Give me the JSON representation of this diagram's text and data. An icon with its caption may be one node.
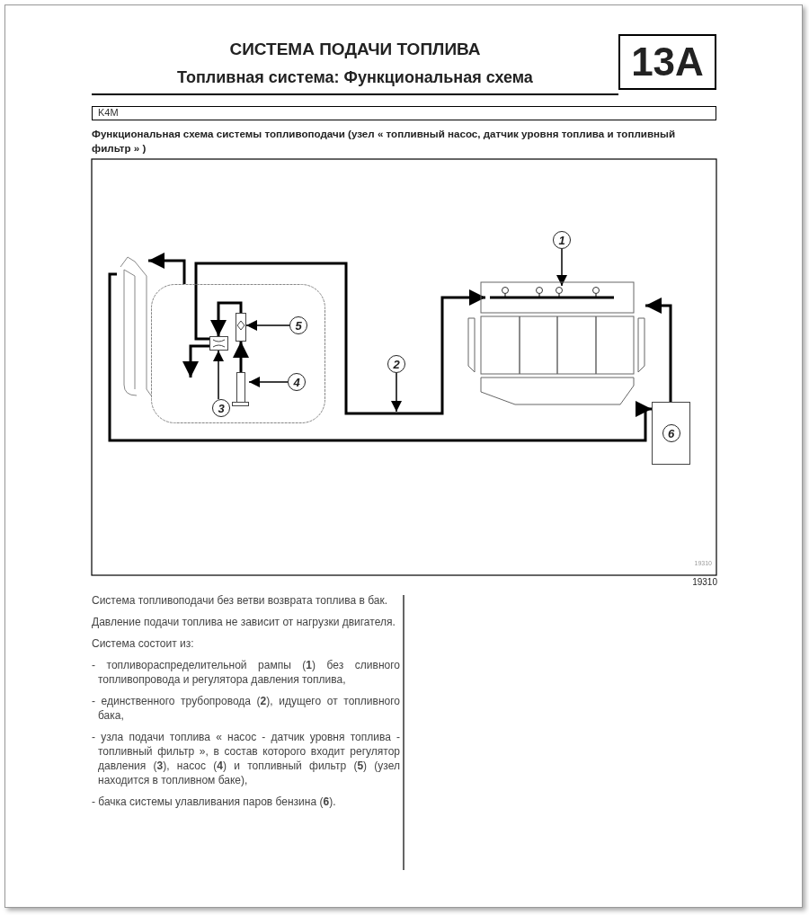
{
  "diagram": {
    "title": "СИСТЕМА ПОДАЧИ ТОПЛИВА",
    "nodes": [
      {
        "text": [],
        "shape": "box"
      },
      {
        "text": [],
        "shape": "box"
      },
      {
        "text": [],
        "shape": "box",
        "in": 0
      },
      {
        "text": [],
        "shape": "box",
        "in": 0
      },
      {
        "text": [],
        "shape": "box",
        "in": 0
      },
      {
        "text": [
          "3"
        ],
        "in": 0
      },
      {
        "text": [
          "4"
        ],
        "in": 0
      },
      {
        "text": [
          "5"
        ],
        "in": 0
      },
      {
        "text": [
          "1"
        ]
      },
      {
        "text": [
          "2"
        ]
      },
      {
        "text": [],
        "shape": "picture"
      },
      {
        "text": [],
        "shape": "bar",
        "in": 10
      },
      {
        "text": [
          "6"
        ]
      }
    ],
    "edges": [
      {
        "from": 8,
        "to": 11,
        "arrow": "to"
      },
      {
        "from": 9,
        "to": null,
        "arrow": "to"
      },
      {
        "from": 5,
        "to": 2,
        "arrow": "to"
      },
      {
        "from": 6,
        "to": 4,
        "arrow": "to"
      },
      {
        "from": 7,
        "to": 3,
        "arrow": "to"
      },
      {
        "from": 4,
        "to": 3,
        "arrow": "to"
      },
      {
        "from": 3,
        "to": 2,
        "arrow": "to"
      },
      {
        "from": 2,
        "to": 11,
        "arrow": "to"
      },
      {
        "from": 2,
        "to": null,
        "arrow": "to"
      },
      {
        "from": 0,
        "to": 1,
        "arrow": "to"
      },
      {
        "from": 1,
        "to": 12,
        "arrow": "to"
      },
      {
        "from": 12,
        "to": 10,
        "arrow": "to"
      }
    ],
    "labels": [
      "Топливная система: Функциональная схема",
      "13A",
      "K4M",
      "Функциональная схема системы топливоподачи (узел « топливный насос, датчик уровня топлива и топливный фильтр » )",
      "19310",
      "19310",
      "Система топливоподачи без ветви возврата топлива в бак.",
      "Давление подачи топлива не зависит от нагрузки двигателя.",
      "Система состоит из:",
      "- топливораспределительной рампы (**1**) без сливного топливопровода и регулятора давления топлива,",
      "- единственного трубопровода (**2**), идущего от топливного бака,",
      "- узла подачи топлива « насос - датчик уровня топлива - топливный фильтр », в состав которого входит регулятор давления (**3**), насос (**4**) и топливный фильтр (**5**) (узел находится в топливном баке),",
      "- бачка системы улавливания паров бензина (**6**)."
    ]
  }
}
